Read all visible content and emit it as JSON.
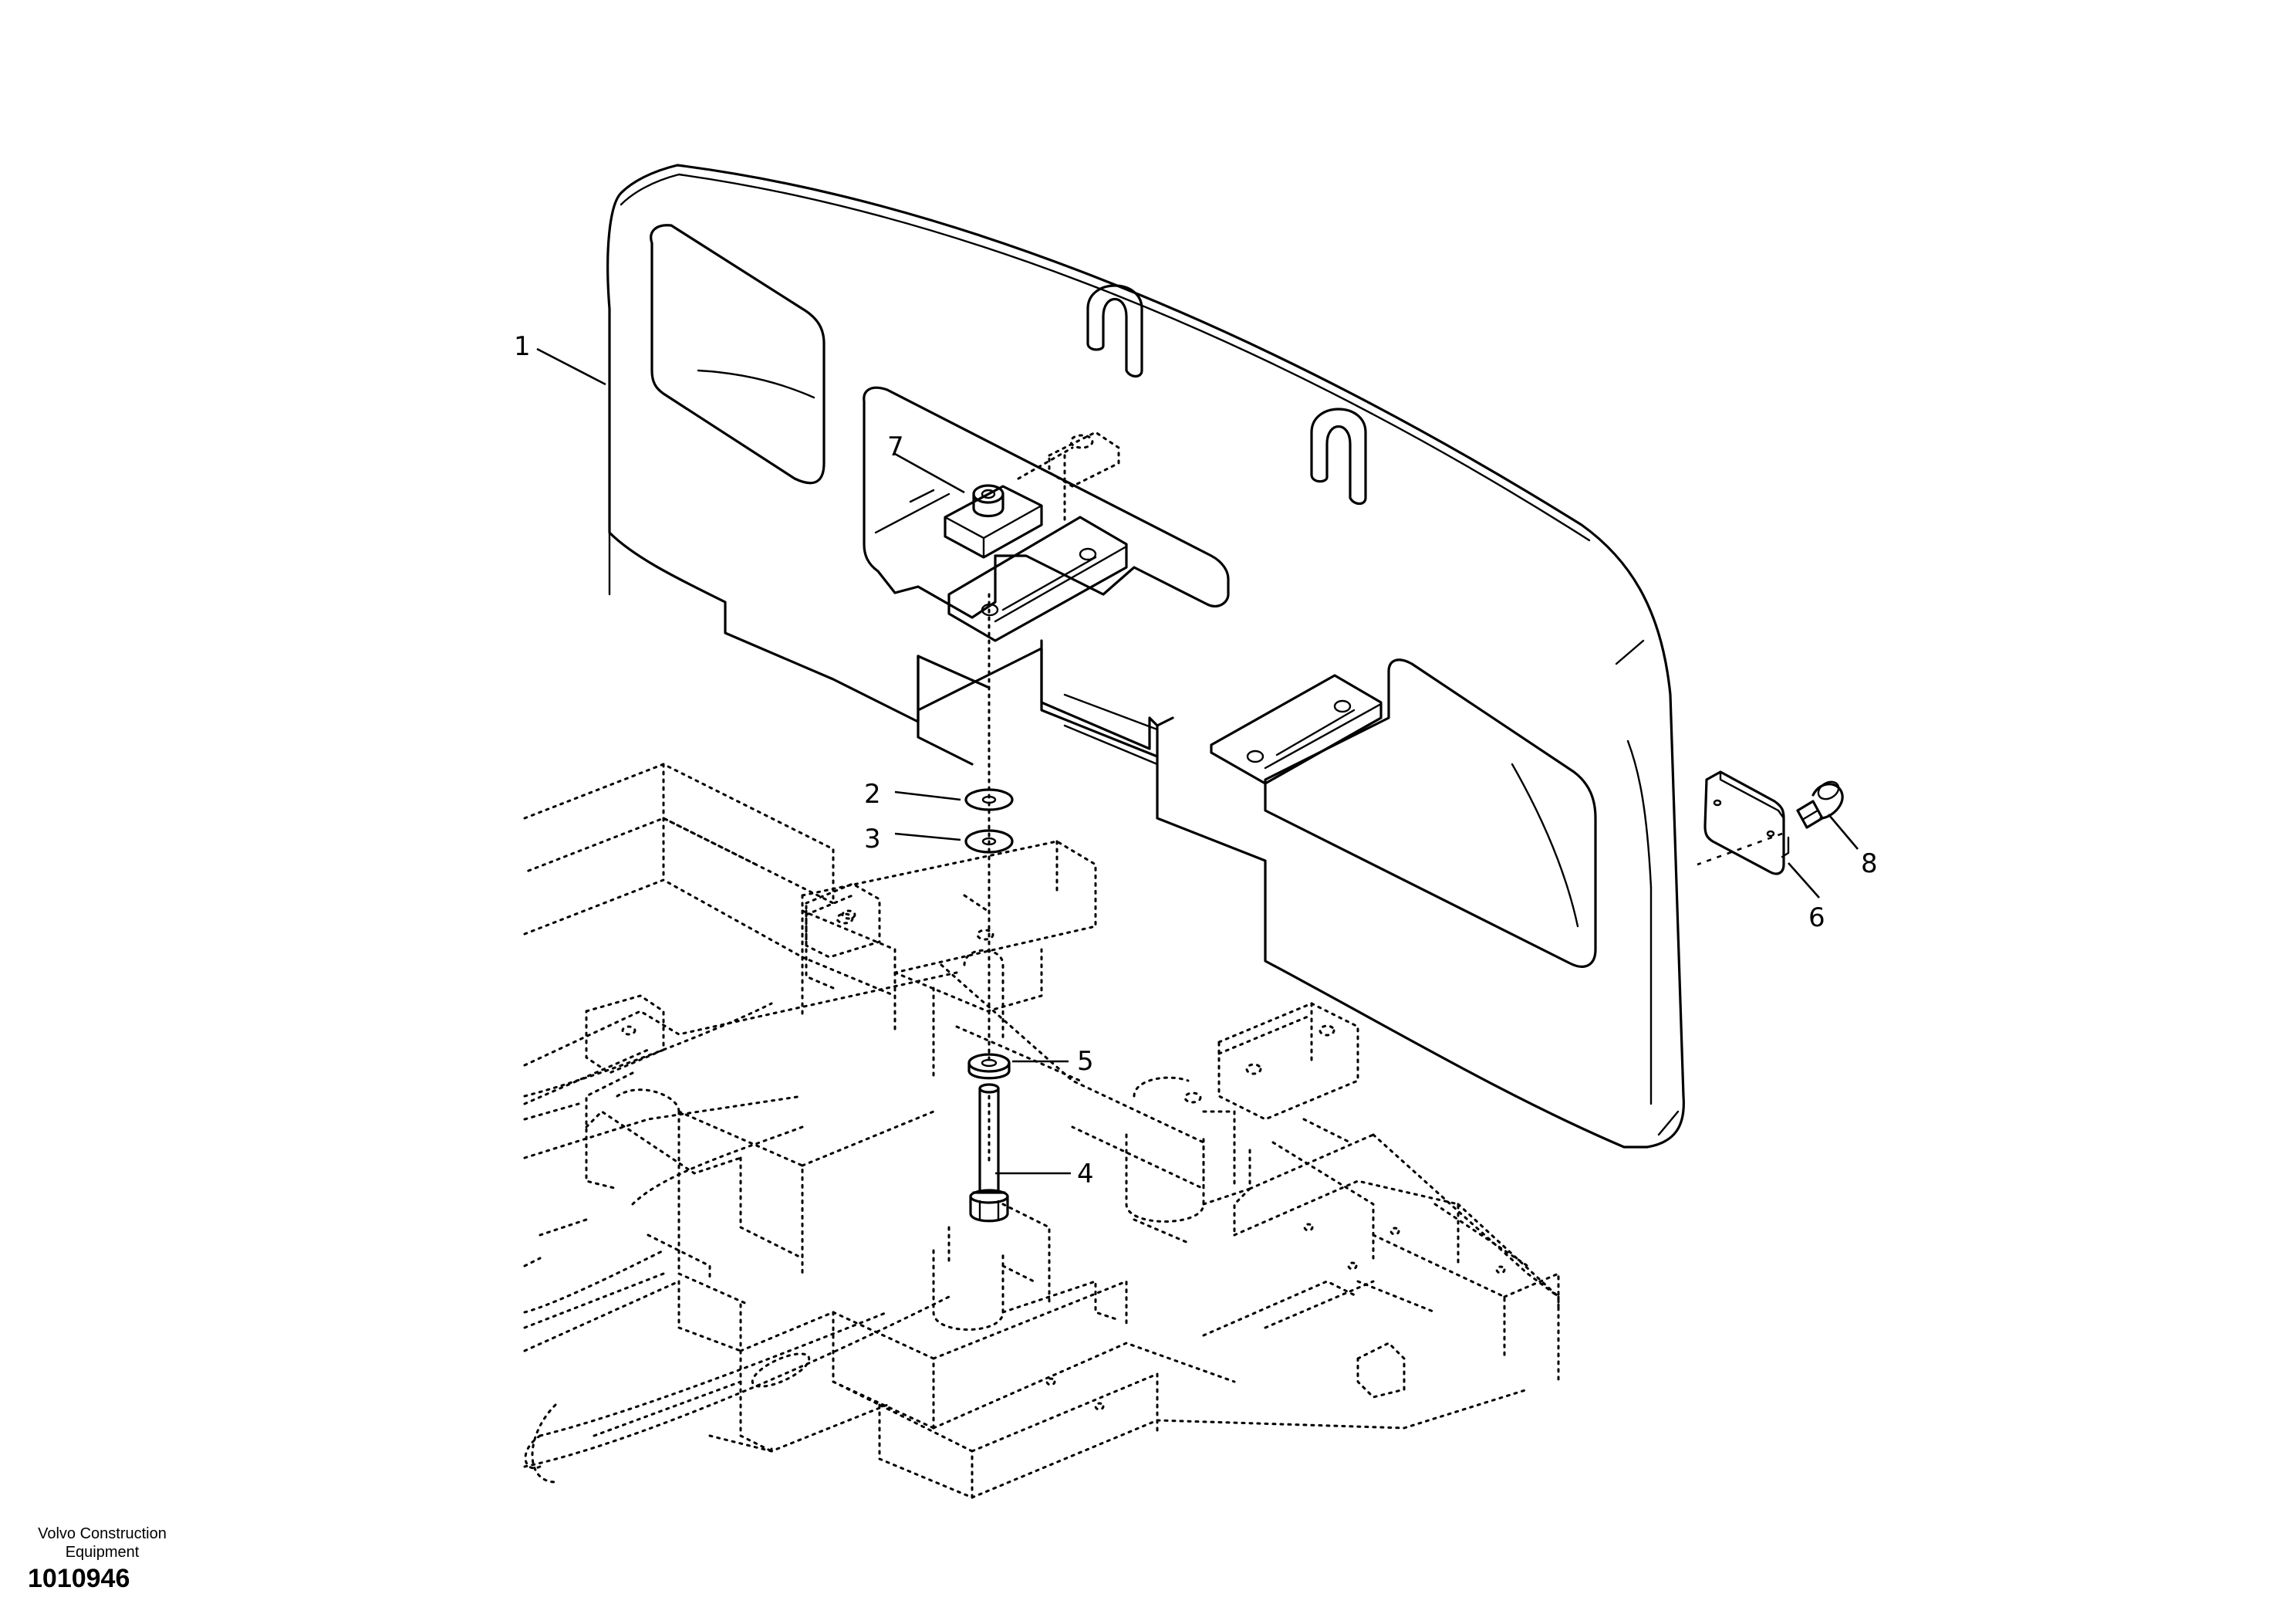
{
  "callouts": [
    {
      "id": "1",
      "label": "1"
    },
    {
      "id": "2",
      "label": "2"
    },
    {
      "id": "3",
      "label": "3"
    },
    {
      "id": "4",
      "label": "4"
    },
    {
      "id": "5",
      "label": "5"
    },
    {
      "id": "6",
      "label": "6"
    },
    {
      "id": "7",
      "label": "7"
    },
    {
      "id": "8",
      "label": "8"
    }
  ],
  "footer": {
    "brand_line1": "Volvo Construction",
    "brand_line2": "Equipment",
    "drawing_number": "1010946"
  }
}
